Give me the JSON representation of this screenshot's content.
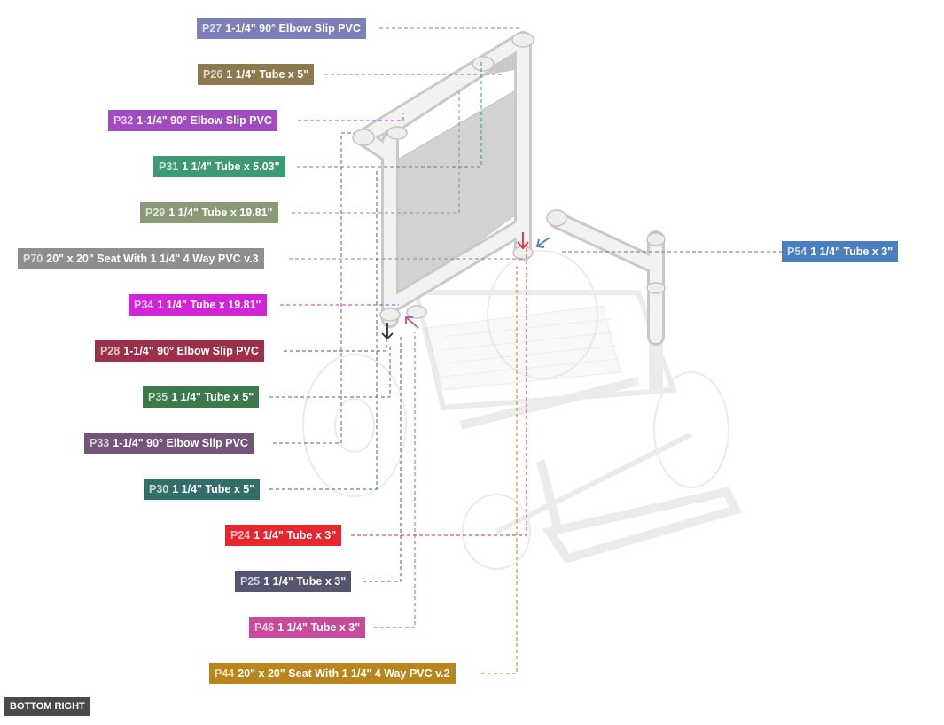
{
  "view_badge": "BOTTOM RIGHT",
  "callouts": [
    {
      "id": "P27",
      "name": "1-1/4\" 90° Elbow Slip PVC",
      "color": "#7d80b8"
    },
    {
      "id": "P26",
      "name": "1 1/4\" Tube x 5\"",
      "color": "#8c7a4e"
    },
    {
      "id": "P32",
      "name": "1-1/4\" 90° Elbow Slip PVC",
      "color": "#a04bc0"
    },
    {
      "id": "P31",
      "name": "1 1/4\" Tube x 5.03\"",
      "color": "#3e9a74"
    },
    {
      "id": "P29",
      "name": "1 1/4\" Tube x 19.81\"",
      "color": "#8a9a78"
    },
    {
      "id": "P70",
      "name": "20\" x 20\" Seat With 1 1/4\" 4 Way PVC v.3",
      "color": "#8e8e8e"
    },
    {
      "id": "P34",
      "name": "1 1/4\" Tube x 19.81\"",
      "color": "#d024d6"
    },
    {
      "id": "P28",
      "name": "1-1/4\" 90° Elbow Slip PVC",
      "color": "#9c2f4a"
    },
    {
      "id": "P35",
      "name": "1 1/4\" Tube x 5\"",
      "color": "#3c7a4c"
    },
    {
      "id": "P33",
      "name": "1-1/4\" 90° Elbow Slip PVC",
      "color": "#73557a"
    },
    {
      "id": "P30",
      "name": "1 1/4\" Tube x 5\"",
      "color": "#346e6a"
    },
    {
      "id": "P24",
      "name": "1 1/4\" Tube x 3\"",
      "color": "#e8262e"
    },
    {
      "id": "P25",
      "name": "1 1/4\" Tube x 3\"",
      "color": "#555570"
    },
    {
      "id": "P46",
      "name": "1 1/4\" Tube x 3\"",
      "color": "#c84a9a"
    },
    {
      "id": "P44",
      "name": "20\" x 20\" Seat With 1 1/4\" 4 Way PVC v.2",
      "color": "#b8861c"
    },
    {
      "id": "P54",
      "name": "1 1/4\" Tube x 3\"",
      "color": "#4a7ebe"
    }
  ]
}
